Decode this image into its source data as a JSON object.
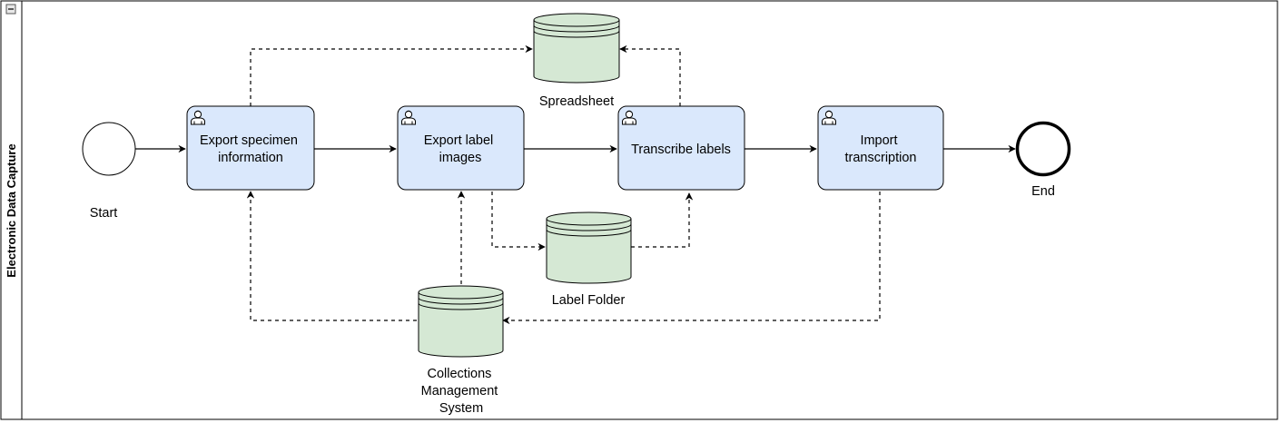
{
  "pool": {
    "title": "Electronic Data Capture",
    "collapse_icon": "minus-box-icon"
  },
  "events": {
    "start": {
      "label": "Start"
    },
    "end": {
      "label": "End"
    }
  },
  "tasks": {
    "export_specimen": {
      "lines": [
        "Export specimen",
        "information"
      ],
      "icon": "user-icon"
    },
    "export_label_images": {
      "lines": [
        "Export label",
        "images"
      ],
      "icon": "user-icon"
    },
    "transcribe_labels": {
      "lines": [
        "Transcribe labels"
      ],
      "icon": "user-icon"
    },
    "import_transcription": {
      "lines": [
        "Import",
        "transcription"
      ],
      "icon": "user-icon"
    }
  },
  "datastores": {
    "spreadsheet": {
      "lines": [
        "Spreadsheet"
      ]
    },
    "label_folder": {
      "lines": [
        "Label Folder"
      ]
    },
    "cms": {
      "lines": [
        "Collections",
        "Management",
        "System"
      ]
    }
  },
  "colors": {
    "task_fill": "#dae8fc",
    "datastore_fill": "#d5e8d4",
    "stroke": "#000000",
    "background": "#ffffff"
  }
}
